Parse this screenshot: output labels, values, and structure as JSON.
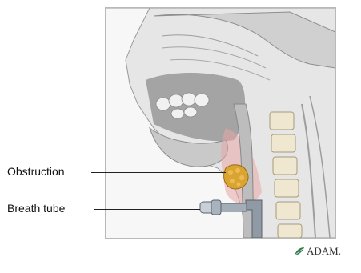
{
  "labels": {
    "obstruction": "Obstruction",
    "breath_tube": "Breath tube"
  },
  "logo": {
    "text": "ADAM."
  },
  "colors": {
    "tissue": "#d9d9d9",
    "bone": "#efe7cf",
    "irritation": "#e7a6a6",
    "obstruction": "#d9a431",
    "tube": "#8f9aa5"
  }
}
